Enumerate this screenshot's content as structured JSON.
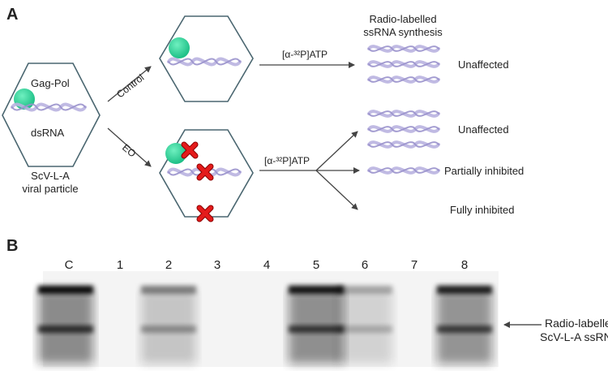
{
  "panel_a": {
    "label": "A",
    "particle_label": "Gag-Pol",
    "dsrna_label": "dsRNA",
    "particle_caption_line1": "ScV-L-A",
    "particle_caption_line2": "viral particle",
    "arrow_control": "Control",
    "arrow_eo": "EO",
    "reagent_label": "[α-³²P]ATP",
    "synthesis_title_line1": "Radio-labelled",
    "synthesis_title_line2": "ssRNA synthesis",
    "outcome_control": "Unaffected",
    "outcome_eo_1": "Unaffected",
    "outcome_eo_2": "Partially inhibited",
    "outcome_eo_3": "Fully inhibited",
    "colors": {
      "protein": "#2ed39a",
      "rna": "#b9b2e0",
      "cross": "#e41b1b",
      "hexagon": "#4a6670"
    }
  },
  "panel_b": {
    "label": "B",
    "lanes": [
      "C",
      "1",
      "2",
      "3",
      "4",
      "5",
      "6",
      "7",
      "8"
    ],
    "band_label_line1": "Radio-labelled",
    "band_label_line2": "ScV-L-A ssRNA",
    "lane_signal": [
      1.0,
      0.0,
      0.45,
      0.0,
      0.0,
      0.95,
      0.3,
      0.0,
      0.9
    ]
  }
}
